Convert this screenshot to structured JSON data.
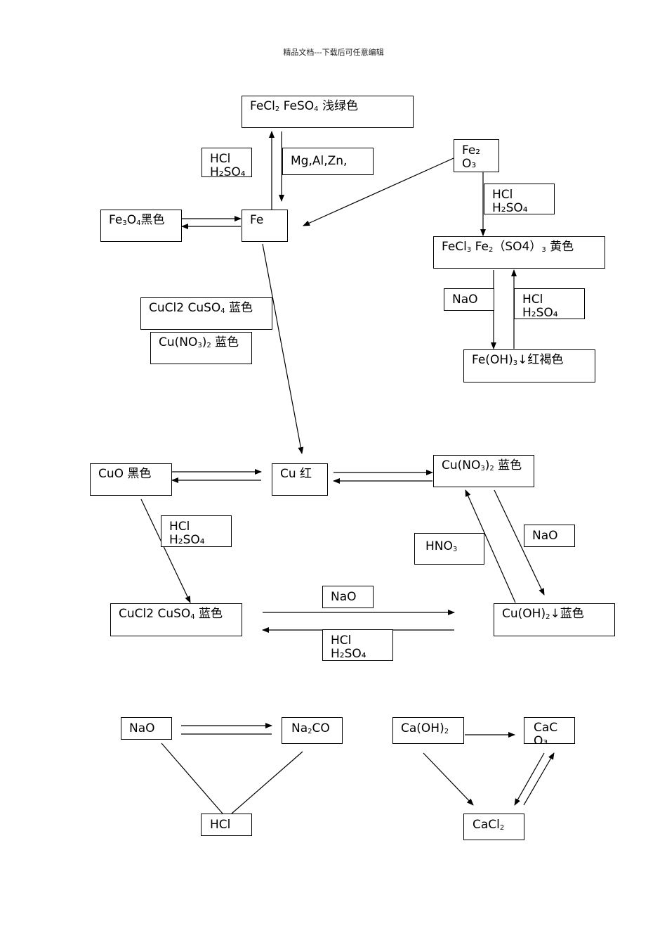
{
  "header": "精品文档---下载后可任意编辑",
  "boxes": {
    "fecl2": {
      "pre": "FeCl",
      "s1": "2",
      "mid": " FeSO",
      "s2": "4",
      "post": " 浅绿色"
    },
    "acid1": {
      "line1": "HCl",
      "line2": "H₂SO₄"
    },
    "metals": "Mg,Al,Zn,",
    "fe2o3": {
      "line1": "Fe₂",
      "line2": "O₃"
    },
    "acid2": {
      "line1": "HCl",
      "line2": "H₂SO₄"
    },
    "fe3o4": {
      "pre": "Fe",
      "s1": "3",
      "mid": "O",
      "s2": "4",
      "post": "黑色"
    },
    "fe": "Fe",
    "fecl3": {
      "pre": "FeCl",
      "s1": "3",
      "mid": " Fe",
      "s2": "2",
      "mid2": "（SO4）",
      "s3": "3",
      "post": " 黄色"
    },
    "cucl2_top": {
      "pre": "CuCl2 CuSO",
      "s1": "4",
      "post": " 蓝色"
    },
    "cuno3_top": {
      "pre": "Cu(NO",
      "s1": "3",
      "mid": ")",
      "s2": "2",
      "post": " 蓝色"
    },
    "nao1": "NaO",
    "acid3": {
      "line1": "HCl",
      "line2": "H₂SO₄"
    },
    "feoh3": {
      "pre": "Fe(OH)",
      "s1": "3",
      "post": "↓红褐色"
    },
    "cuo": "CuO 黑色",
    "cu": "Cu 红",
    "cuno3": {
      "pre": "Cu(NO",
      "s1": "3",
      "mid": ")",
      "s2": "2",
      "post": " 蓝色"
    },
    "acid4": {
      "line1": "HCl",
      "line2": "H₂SO₄"
    },
    "hno3": {
      "pre": "HNO",
      "s1": "3"
    },
    "nao2": "NaO",
    "cucl2_bot": {
      "pre": "CuCl2 CuSO",
      "s1": "4",
      "post": " 蓝色"
    },
    "nao3": "NaO",
    "cuoh2": {
      "pre": "Cu(OH)",
      "s1": "2",
      "post": "↓蓝色"
    },
    "acid5": {
      "line1": "HCl",
      "line2": "H₂SO₄"
    },
    "nao4": "NaO",
    "na2co": {
      "pre": "Na",
      "s1": "2",
      "post": "CO"
    },
    "hcl": "HCl",
    "caoh2": {
      "pre": "Ca(OH)",
      "s1": "2"
    },
    "cac": {
      "line1": "CaC",
      "line2": "O₃"
    },
    "cacl2": {
      "pre": "CaCl",
      "s1": "2"
    }
  }
}
